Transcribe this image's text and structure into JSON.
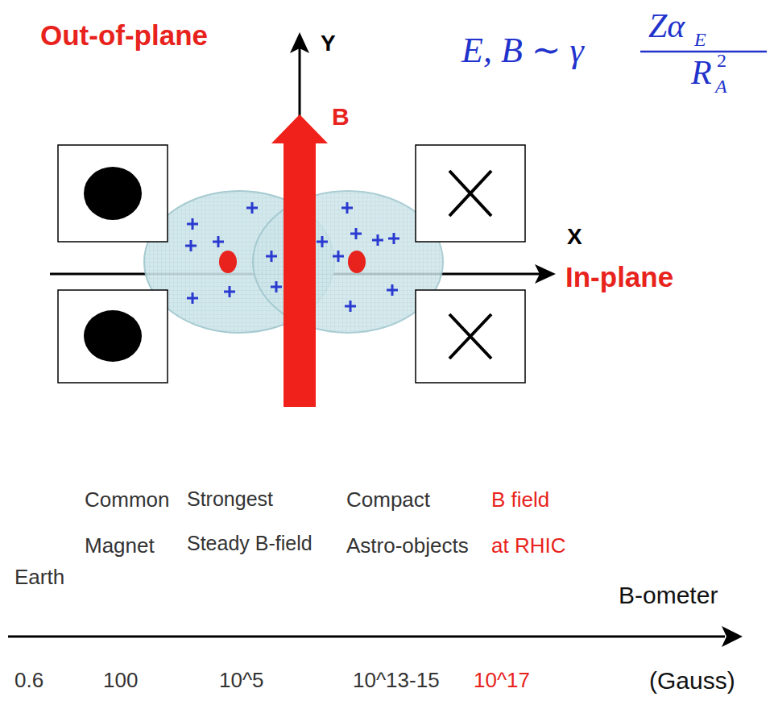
{
  "diagram": {
    "labels": [
      "Out-of-plane",
      "Y",
      "E, B ∼ γ",
      "Zα",
      "E",
      "R",
      "2",
      "A",
      "B",
      "X",
      "In-plane",
      "Earth",
      "Common Magnet",
      "Strongest Steady B-field",
      "Compact Astro-objects",
      "B field at RHIC",
      "B-ometer",
      "0.6",
      "100",
      "10^5",
      "10^13-15",
      "10^17",
      "(Gauss)"
    ]
  }
}
